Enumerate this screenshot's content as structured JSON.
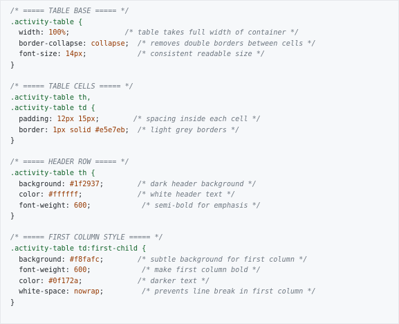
{
  "code_block": {
    "language": "css",
    "lines": [
      {
        "type": "comment",
        "text": "/* ===== TABLE BASE ===== */"
      },
      {
        "type": "selector",
        "text": ".activity-table {"
      },
      {
        "type": "decl",
        "prop": "  width: ",
        "value": "100%",
        "tail": ";             ",
        "comment": "/* table takes full width of container */"
      },
      {
        "type": "decl",
        "prop": "  border-collapse: ",
        "value": "collapse",
        "tail": ";  ",
        "comment": "/* removes double borders between cells */"
      },
      {
        "type": "decl",
        "prop": "  font-size: ",
        "value": "14px",
        "tail": ";            ",
        "comment": "/* consistent readable size */"
      },
      {
        "type": "close",
        "text": "}"
      },
      {
        "type": "blank",
        "text": ""
      },
      {
        "type": "comment",
        "text": "/* ===== TABLE CELLS ===== */"
      },
      {
        "type": "selector",
        "text": ".activity-table th,"
      },
      {
        "type": "selector",
        "text": ".activity-table td {"
      },
      {
        "type": "decl",
        "prop": "  padding: ",
        "value": "12px 15px",
        "tail": ";        ",
        "comment": "/* spacing inside each cell */"
      },
      {
        "type": "decl",
        "prop": "  border: ",
        "value": "1px solid #e5e7eb",
        "tail": ";  ",
        "comment": "/* light grey borders */"
      },
      {
        "type": "close",
        "text": "}"
      },
      {
        "type": "blank",
        "text": ""
      },
      {
        "type": "comment",
        "text": "/* ===== HEADER ROW ===== */"
      },
      {
        "type": "selector",
        "text": ".activity-table th {"
      },
      {
        "type": "decl",
        "prop": "  background: ",
        "value": "#1f2937",
        "tail": ";        ",
        "comment": "/* dark header background */"
      },
      {
        "type": "decl",
        "prop": "  color: ",
        "value": "#ffffff",
        "tail": ";             ",
        "comment": "/* white header text */"
      },
      {
        "type": "decl",
        "prop": "  font-weight: ",
        "value": "600",
        "tail": ";            ",
        "comment": "/* semi-bold for emphasis */"
      },
      {
        "type": "close",
        "text": "}"
      },
      {
        "type": "blank",
        "text": ""
      },
      {
        "type": "comment",
        "text": "/* ===== FIRST COLUMN STYLE ===== */"
      },
      {
        "type": "selector",
        "text": ".activity-table td:first-child {"
      },
      {
        "type": "decl",
        "prop": "  background: ",
        "value": "#f8fafc",
        "tail": ";        ",
        "comment": "/* subtle background for first column */"
      },
      {
        "type": "decl",
        "prop": "  font-weight: ",
        "value": "600",
        "tail": ";            ",
        "comment": "/* make first column bold */"
      },
      {
        "type": "decl",
        "prop": "  color: ",
        "value": "#0f172a",
        "tail": ";             ",
        "comment": "/* darker text */"
      },
      {
        "type": "decl",
        "prop": "  white-space: ",
        "value": "nowrap",
        "tail": ";         ",
        "comment": "/* prevents line break in first column */"
      },
      {
        "type": "close",
        "text": "}"
      }
    ]
  },
  "colors": {
    "background": "#f6f8fa",
    "comment": "#6e7781",
    "selector": "#116329",
    "value": "#953800"
  }
}
